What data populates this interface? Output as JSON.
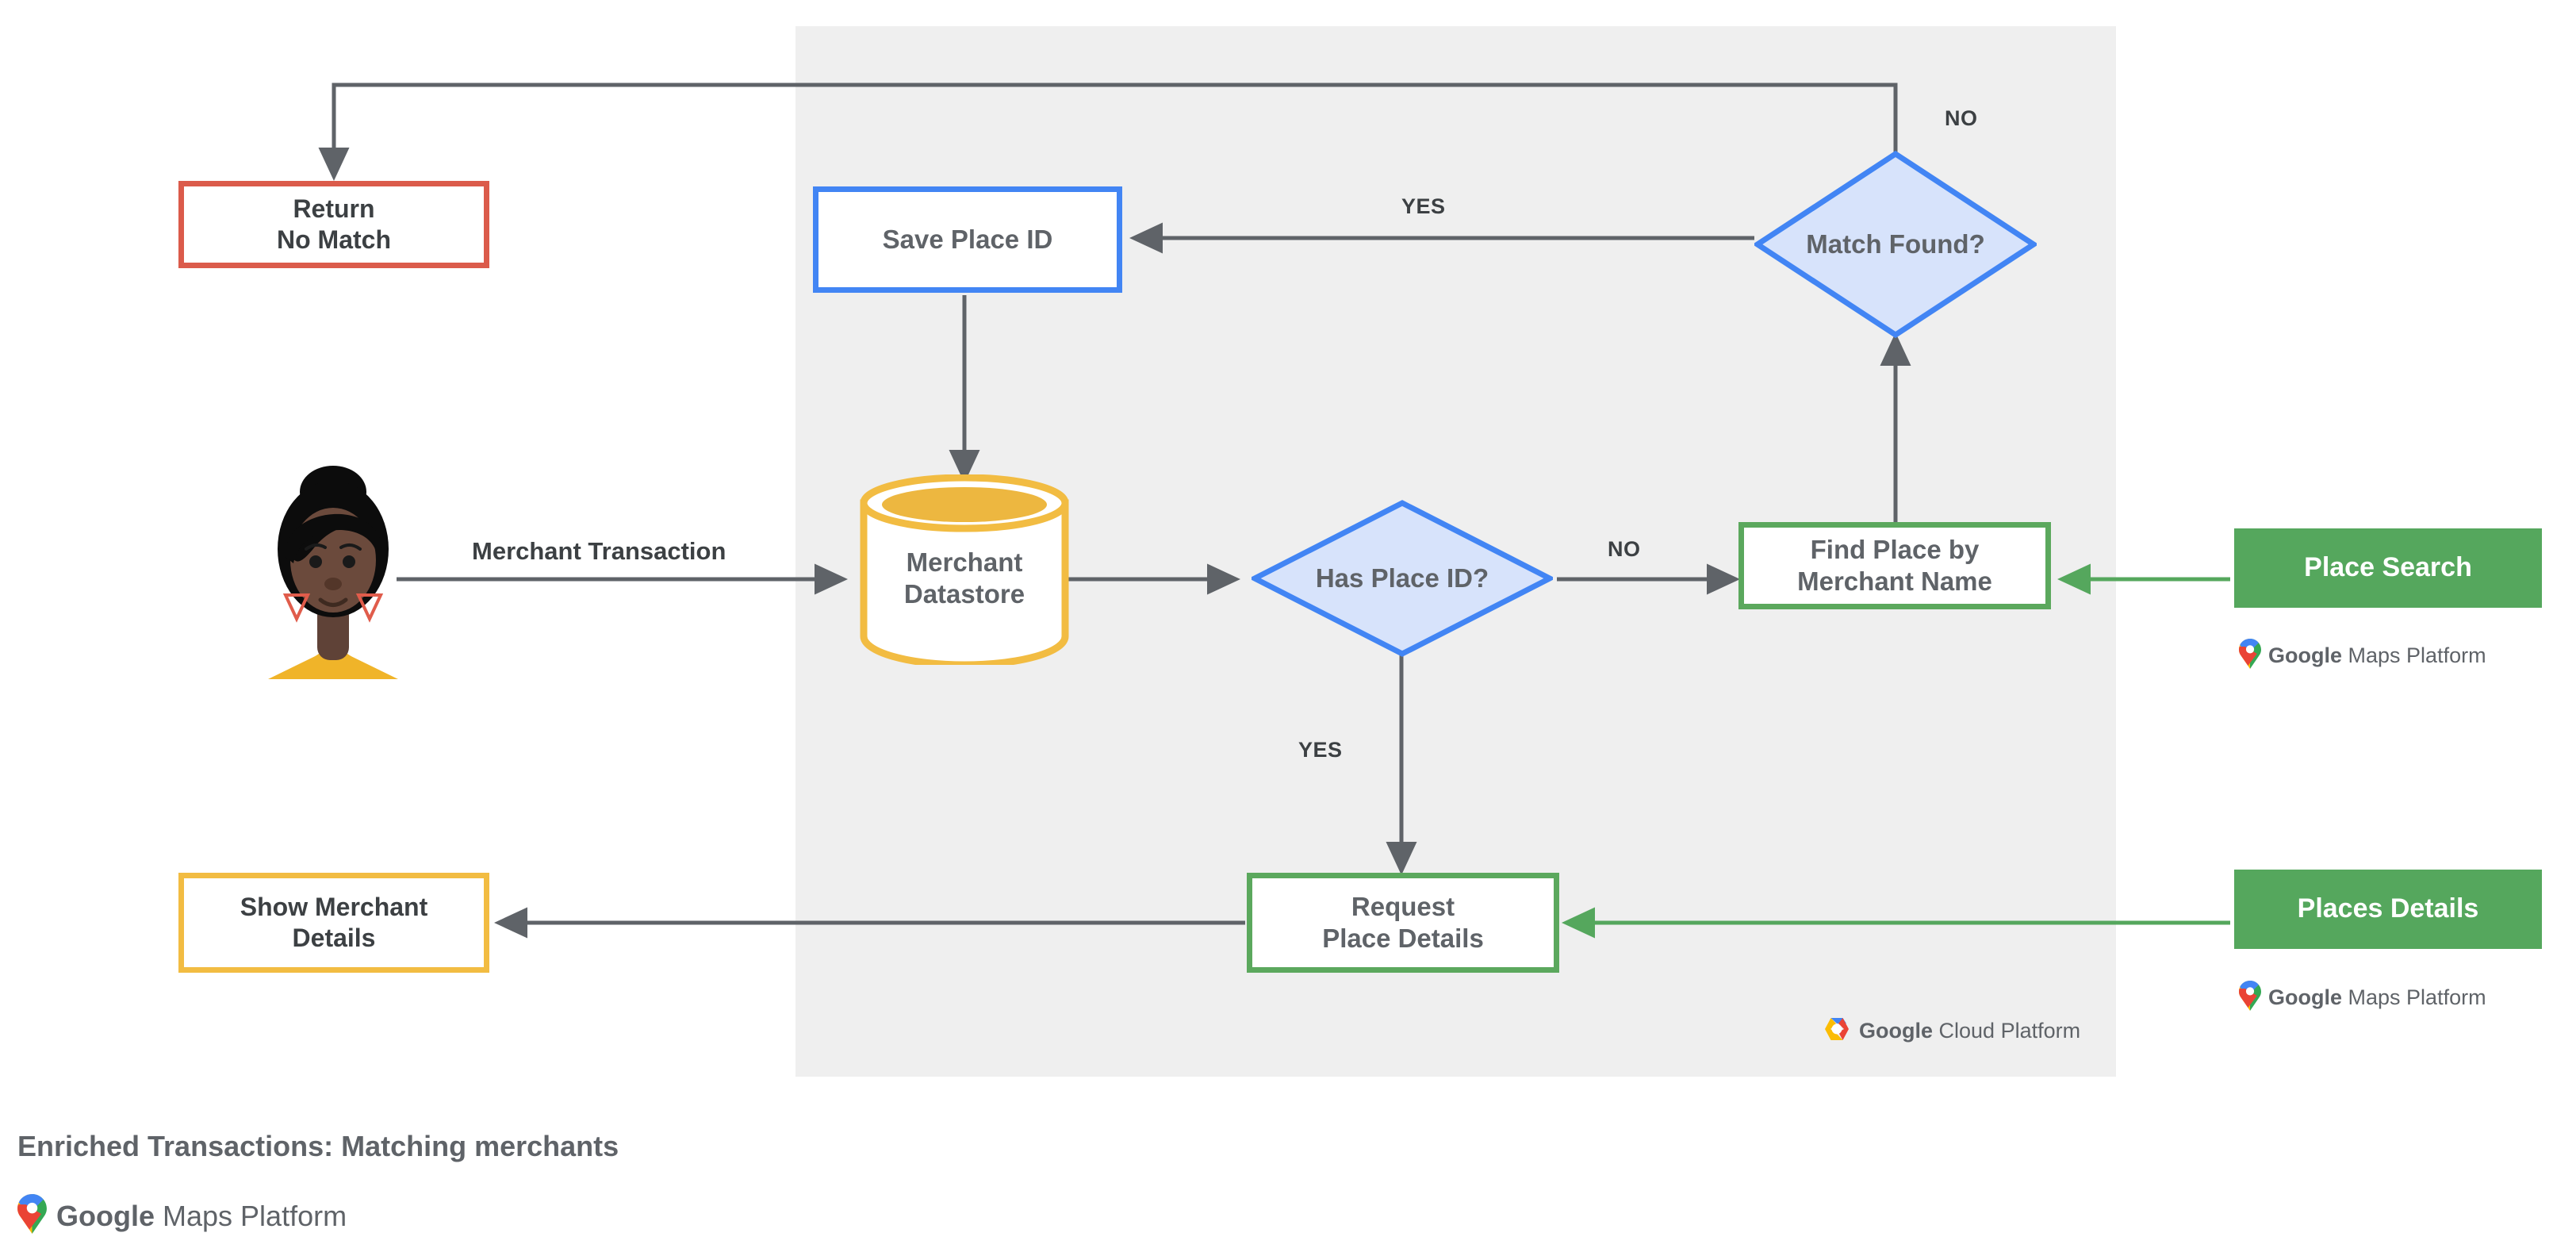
{
  "diagram": {
    "title": "Enriched Transactions: Matching merchants",
    "panel_label": "Google Cloud Platform",
    "panel_label_brand": "Google",
    "panel_label_rest": "Cloud Platform",
    "brand_lockup": {
      "brand": "Google",
      "product": "Maps Platform",
      "full": "Google Maps Platform"
    }
  },
  "nodes": {
    "return_no_match": {
      "line1": "Return",
      "line2": "No Match",
      "color": "#DB5B4B"
    },
    "save_place_id": {
      "line1": "Save Place ID",
      "color": "#4285F4"
    },
    "match_found": {
      "line1": "Match",
      "line2": "Found?",
      "color": "#4285F4",
      "fill": "#D7E3FB"
    },
    "merchant_datastore": {
      "line1": "Merchant",
      "line2": "Datastore",
      "color": "#F2BC42"
    },
    "has_place_id": {
      "line1": "Has",
      "line2": "Place ID?",
      "color": "#4285F4",
      "fill": "#D7E3FB"
    },
    "find_place_by_merchant_name": {
      "line1": "Find Place by",
      "line2": "Merchant Name",
      "color": "#5BA85D"
    },
    "request_place_details": {
      "line1": "Request",
      "line2": "Place Details",
      "color": "#5BA85D"
    },
    "show_merchant_details": {
      "line1": "Show Merchant",
      "line2": "Details",
      "color": "#F2BC42"
    },
    "place_search": {
      "line1": "Place Search",
      "color": "#55A75D"
    },
    "places_details": {
      "line1": "Places Details",
      "color": "#55A75D"
    }
  },
  "edge_labels": {
    "merchant_transaction": "Merchant Transaction",
    "no_top": "NO",
    "yes_match": "YES",
    "no_has_place_id": "NO",
    "yes_has_place_id": "YES"
  },
  "colors": {
    "panel_bg": "#EFEFEF",
    "connector": "#5F6368",
    "green_connector": "#55A75D",
    "text": "#5F6368",
    "blue": "#4285F4",
    "red": "#DB5B4B",
    "yellow": "#F2BC42",
    "green": "#5BA85D",
    "google_blue": "#4285F4",
    "google_red": "#EA4335",
    "google_yellow": "#FBBC04",
    "google_green": "#34A853"
  }
}
